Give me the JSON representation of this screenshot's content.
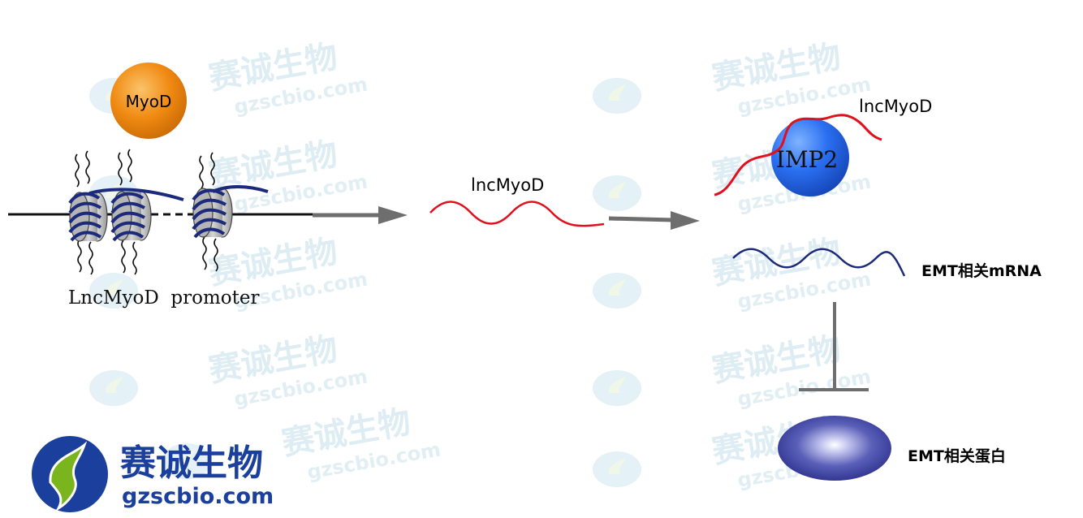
{
  "labels": {
    "myod": "MyoD",
    "promoter": "LncMyoD  promoter",
    "lncmyod_middle": "lncMyoD",
    "lncmyod_right": "lncMyoD",
    "imp2": "IMP2",
    "emt_mrna": "EMT相关mRNA",
    "emt_protein": "EMT相关蛋白"
  },
  "watermark": {
    "cn": "赛诚生物",
    "en": "gzscbio.com"
  },
  "logo": {
    "cn": "赛诚生物",
    "en": "gzscbio.com"
  },
  "colors": {
    "myod_ball": "#f08a12",
    "imp2_ball": "#2a6ff0",
    "lnc_rna": "#e0101e",
    "mrna": "#1b2a7a",
    "protein": "#3a3f9c",
    "arrow": "#6e6e6e",
    "logo_blue": "#1a3f9c",
    "logo_green": "#7ab51d"
  }
}
